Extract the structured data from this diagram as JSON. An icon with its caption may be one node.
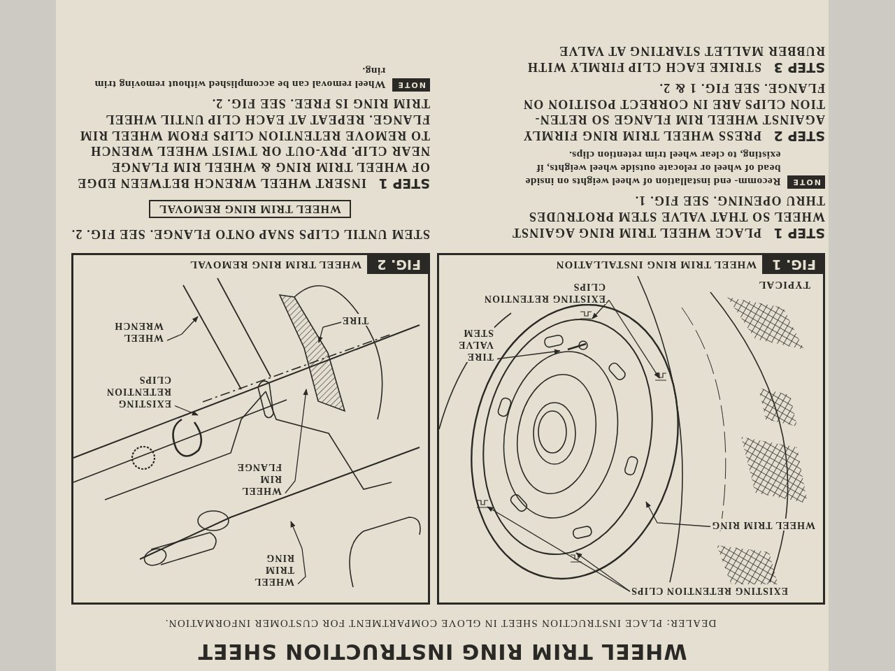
{
  "diagram": {
    "title": "WHEEL TRIM RING INSTRUCTION SHEET",
    "nodes": [
      {
        "text": [
          "TYPICAL",
          "FIG. 1",
          "WHEEL TRIM RING INSTALLATION"
        ]
      },
      {
        "text": [
          "EXISTING RETENTION CLIPS"
        ],
        "in": 0
      },
      {
        "text": [
          "WHEEL TRIM RING"
        ],
        "in": 0
      },
      {
        "text": [
          "TIRE VALVE STEM"
        ],
        "in": 0
      },
      {
        "text": [
          "EXISTING RETENTION CLIPS"
        ],
        "in": 0
      },
      {
        "text": [
          "FIG. 2",
          "WHEEL TRIM RING REMOVAL"
        ]
      },
      {
        "text": [
          "WHEEL TRIM RING"
        ],
        "in": 5
      },
      {
        "text": [
          "WHEEL RIM FLANGE"
        ],
        "in": 5
      },
      {
        "text": [
          "EXISTING RETENTION CLIPS"
        ],
        "in": 5
      },
      {
        "text": [
          "WHEEL WRENCH"
        ],
        "in": 5
      },
      {
        "text": [
          "TIRE"
        ],
        "in": 5
      },
      {
        "text": [
          "WHEEL TRIM RING REMOVAL"
        ]
      }
    ],
    "edges": [
      {
        "from": 1,
        "to": null,
        "arrow": "to"
      },
      {
        "from": 1,
        "to": null,
        "arrow": "to"
      },
      {
        "from": 2,
        "to": null,
        "arrow": "to"
      },
      {
        "from": 3,
        "to": null,
        "arrow": "to"
      },
      {
        "from": 4,
        "to": null,
        "arrow": "to"
      },
      {
        "from": 4,
        "to": null,
        "arrow": "to"
      },
      {
        "from": 6,
        "to": null,
        "arrow": "to"
      },
      {
        "from": 7,
        "to": null,
        "arrow": "to"
      },
      {
        "from": 8,
        "to": null,
        "arrow": "to"
      },
      {
        "from": 9,
        "to": null,
        "arrow": "to"
      },
      {
        "from": 10,
        "to": null,
        "arrow": "to"
      }
    ],
    "labels": [
      "DEALER: PLACE INSTRUCTION SHEET IN GLOVE COMPARTMENT FOR CUSTOMER INFORMATION.",
      "**STEP 1** PLACE WHEEL TRIM RING AGAINST WHEEL SO THAT VALVE STEM PROTRUDES THRU OPENING. SEE FIG. 1.",
      "NOTE",
      "Recomm- end installation of wheel weights on inside bead of wheel or relocate outside wheel weights, if existing, to clear wheel trim retention clips.",
      "**STEP 2** PRESS WHEEL TRIM RING FIRMLY AGAINST WHEEL RIM FLANGE SO RETEN- TION CLIPS ARE IN CORRECT POSITION ON FLANGE. SEE FIG. 1 & 2.",
      "**STEP 3** STRIKE EACH CLIP FIRMLY WITH RUBBER MALLET STARTING AT VALVE",
      "STEM UNTIL CLIPS SNAP ONTO FLANGE. SEE FIG. 2.",
      "**STEP 1** INSERT WHEEL WRENCH BETWEEN EDGE OF WHEEL TRIM RING & WHEEL RIM FLANGE NEAR CLIP. PRY-OUT OR TWIST WHEEL WRENCH TO REMOVE RETENTION CLIPS FROM WHEEL RIM FLANGE. REPEAT AT EACH CLIP UNTIL WHEEL TRIM RING IS FREE. SEE FIG. 2.",
      "NOTE",
      "Wheel removal can be accomplished without removing trim ring."
    ]
  }
}
